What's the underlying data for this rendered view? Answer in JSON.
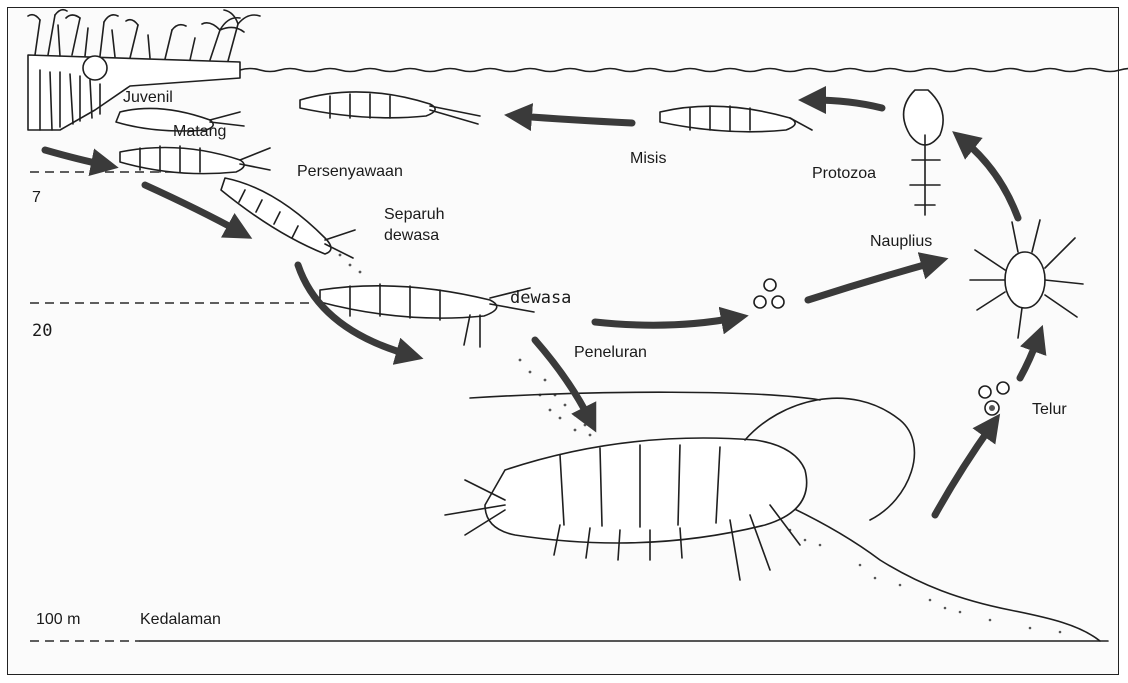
{
  "labels": {
    "juvenil": "Juvenil",
    "matang": "Matang",
    "persenyawaan": "Persenyawaan",
    "separuh_dewasa_1": "Separuh",
    "separuh_dewasa_2": "dewasa",
    "dewasa": "dewasa",
    "peneluran": "Peneluran",
    "misis": "Misis",
    "protozoa": "Protozoa",
    "nauplius": "Nauplius",
    "telur": "Telur"
  },
  "depth": {
    "mark_7": "7",
    "mark_20": "20",
    "mark_100": "100 m",
    "axis_label": "Kedalaman"
  },
  "colors": {
    "ink": "#1f1f1f",
    "arrow": "#3a3a3a",
    "background": "#fbfbfb"
  },
  "icons": {
    "arrow": "thick-curved-arrow",
    "organism": "shrimp-outline"
  }
}
